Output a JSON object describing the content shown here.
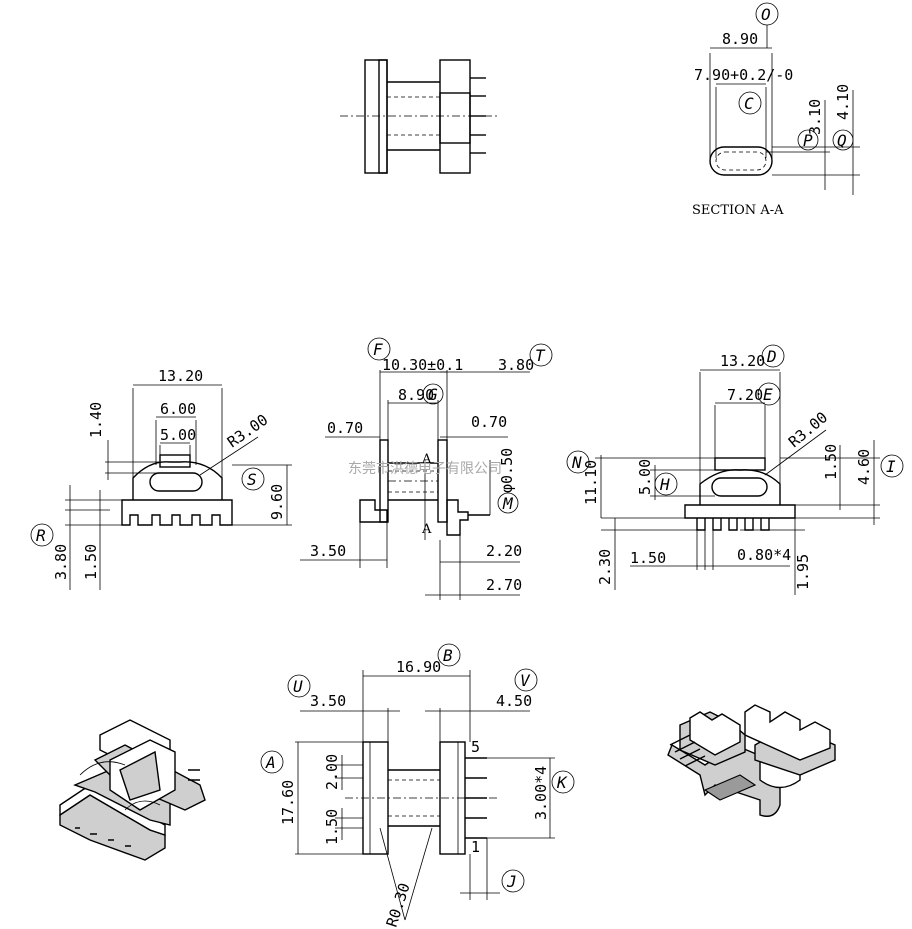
{
  "section_title": "SECTION A-A",
  "watermark": "东莞市洪德电子有限公司",
  "section_markers": [
    "A",
    "A"
  ],
  "pin_numbers": [
    "5",
    "1"
  ],
  "balloons": [
    "O",
    "C",
    "P",
    "Q",
    "F",
    "G",
    "T",
    "M",
    "S",
    "R",
    "D",
    "E",
    "H",
    "N",
    "I",
    "U",
    "B",
    "V",
    "A",
    "K",
    "J"
  ],
  "dims": {
    "sec_890": "8.90",
    "sec_790": "7.90+0.2/-0",
    "sec_310": "3.10",
    "sec_410": "4.10",
    "l_1320": "13.20",
    "l_600": "6.00",
    "l_500": "5.00",
    "l_140": "1.40",
    "l_r300": "R3.00",
    "l_960": "9.60",
    "l_380": "3.80",
    "l_150": "1.50",
    "m_1030": "10.30±0.1",
    "m_380": "3.80",
    "m_890": "8.90",
    "m_070a": "0.70",
    "m_070b": "0.70",
    "m_phi": "φ0.50",
    "m_350": "3.50",
    "m_220": "2.20",
    "m_270": "2.70",
    "r_1320": "13.20",
    "r_720": "7.20",
    "r_r300": "R3.00",
    "r_1110": "11.10",
    "r_500": "5.00",
    "r_150a": "1.50",
    "r_460": "4.60",
    "r_230": "2.30",
    "r_150b": "1.50",
    "r_080": "0.80*4",
    "r_195": "1.95",
    "b_1690": "16.90",
    "b_350": "3.50",
    "b_450": "4.50",
    "b_1760": "17.60",
    "b_200": "2.00",
    "b_150": "1.50",
    "b_300": "3.00*4",
    "b_r030": "R0.30"
  }
}
